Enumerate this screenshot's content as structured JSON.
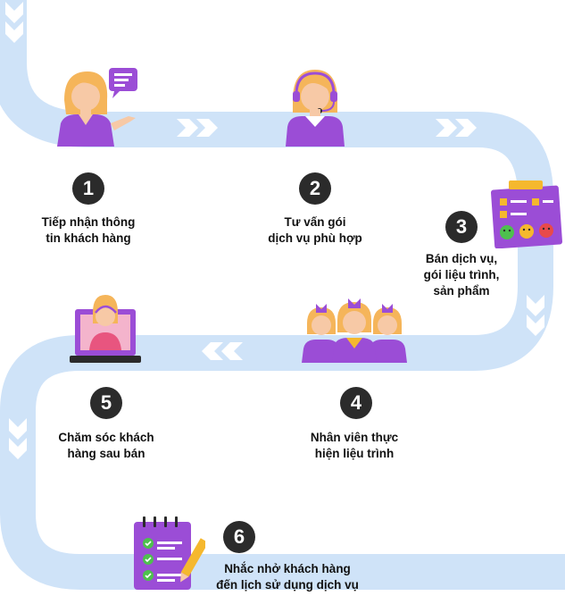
{
  "steps": [
    {
      "number": "1",
      "lines": [
        "Tiếp nhận thông",
        "tin khách hàng"
      ]
    },
    {
      "number": "2",
      "lines": [
        "Tư vấn gói",
        "dịch vụ phù hợp"
      ]
    },
    {
      "number": "3",
      "lines": [
        "Bán dịch vụ,",
        "gói liệu trình,",
        "sản phẩm"
      ]
    },
    {
      "number": "4",
      "lines": [
        "Nhân viên thực",
        "hiện liệu trình"
      ]
    },
    {
      "number": "5",
      "lines": [
        "Chăm sóc khách",
        "hàng sau bán"
      ]
    },
    {
      "number": "6",
      "lines": [
        "Nhắc nhở khách hàng",
        "đến lịch sử dụng dịch vụ"
      ]
    }
  ],
  "colors": {
    "path": "#cfe3f8",
    "chevron": "#ffffff",
    "accent_purple": "#9b4dd6",
    "skin": "#f7c9a6",
    "hair": "#f5b55a",
    "badge": "#2b2b2b"
  },
  "icons": {
    "step1": "receptionist-chat-icon",
    "step2": "call-center-agent-icon",
    "step3": "feedback-clipboard-icon",
    "step4": "staff-team-icon",
    "step5": "video-call-laptop-icon",
    "step6": "checklist-notepad-icon"
  }
}
